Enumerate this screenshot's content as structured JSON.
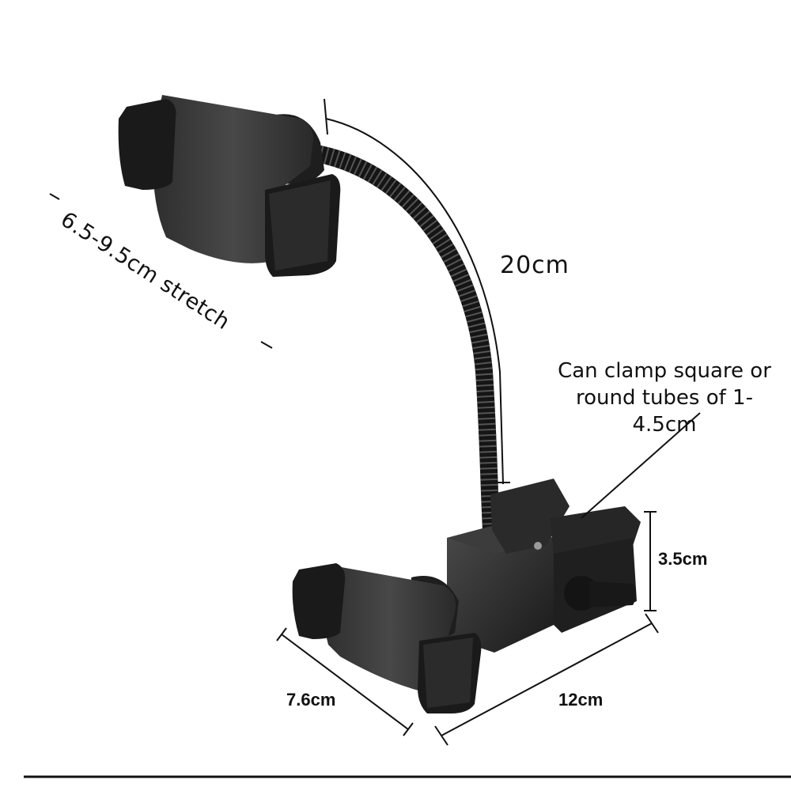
{
  "annotations": {
    "stretch": "6.5-9.5cm stretch",
    "length": "20cm",
    "clamp_line1": "Can clamp square or",
    "clamp_line2": "round tubes of 1-4.5cm",
    "height": "3.5cm",
    "width_small": "7.6cm",
    "width_large": "12cm"
  },
  "colors": {
    "product": "#1c1c1c",
    "product_face": "#3a3a3a",
    "line": "#111111",
    "background": "#ffffff"
  }
}
